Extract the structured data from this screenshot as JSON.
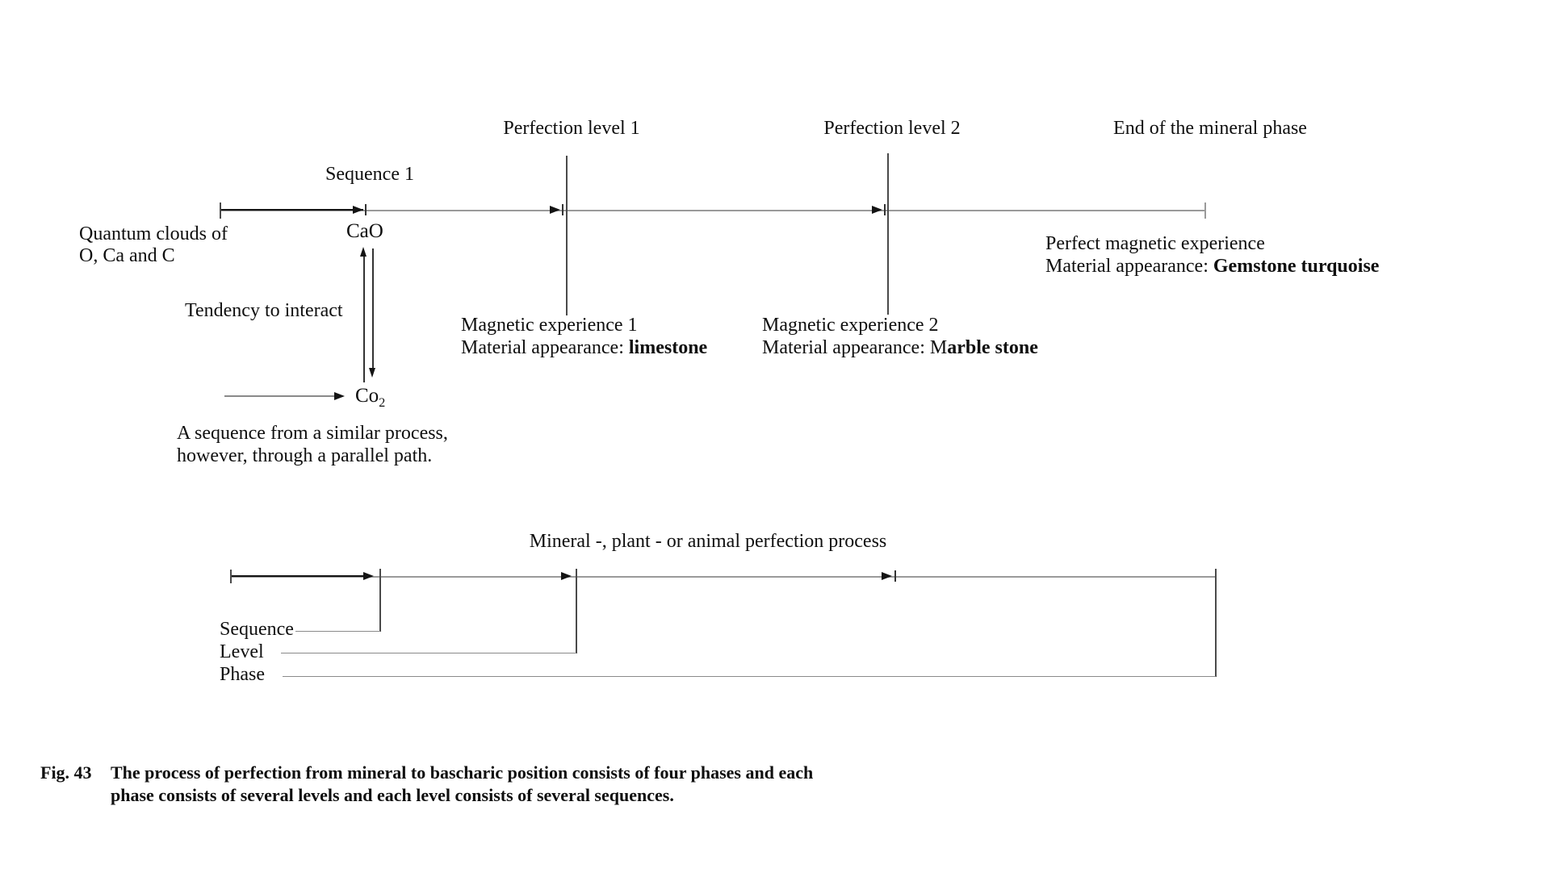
{
  "figure": {
    "phase_labels": {
      "level1": "Perfection level 1",
      "level2": "Perfection level 2",
      "end": "End of the mineral phase"
    },
    "sequence1_label": "Sequence 1",
    "quantum": {
      "line1": "Quantum clouds of",
      "line2": "O, Ca and C"
    },
    "cao": "CaO",
    "tendency_label": "Tendency to interact",
    "co2": {
      "base": "Co",
      "sub": "2"
    },
    "parallel_note": {
      "line1": "A sequence from a similar process,",
      "line2": "however, through a parallel path."
    },
    "experience1": {
      "title": "Magnetic experience 1",
      "material_label": "Material appearance: ",
      "material_value": "limestone"
    },
    "experience2": {
      "title": "Magnetic experience 2",
      "material_label": "Material appearance: ",
      "material_prefix": "M",
      "material_value": "arble stone"
    },
    "perfect_experience": {
      "title": "Perfect magnetic experience",
      "material_label": "Material appearance: ",
      "material_value": "Gemstone turquoise"
    },
    "process_label": "Mineral -, plant - or animal perfection process",
    "hierarchy_rows": {
      "sequence": "Sequence",
      "level": "Level",
      "phase": "Phase"
    },
    "caption": {
      "fig_number": "Fig. 43",
      "line1": "The process of perfection from mineral to bascharic position consists of four phases and each",
      "line2": "phase consists of several levels and each level consists of several sequences."
    },
    "colors": {
      "ink": "#141414",
      "gray_line": "#9a9a9a",
      "dark_line": "#4a4a4a"
    }
  }
}
